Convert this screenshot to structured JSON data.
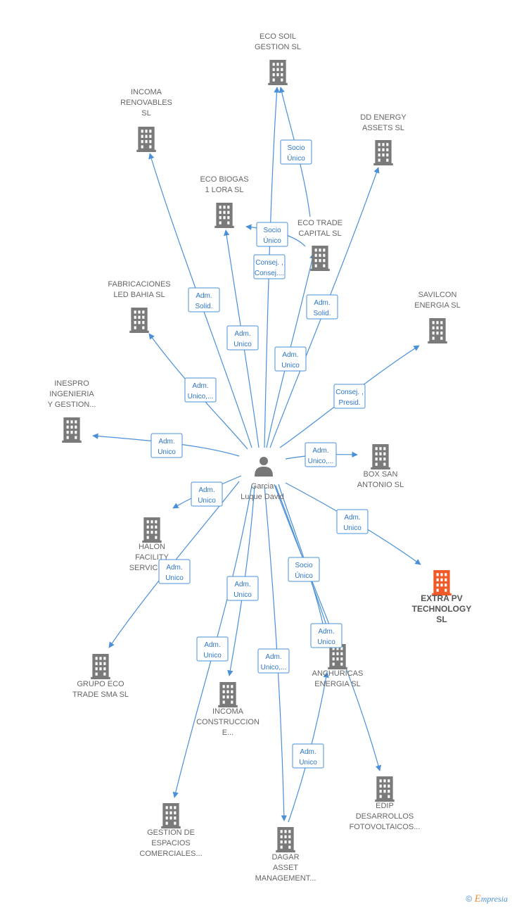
{
  "colors": {
    "building": "#7a7a7a",
    "building_highlight": "#f05a28",
    "edge": "#4a90d9",
    "person": "#777777"
  },
  "person": {
    "name": [
      "Garcia",
      "Luque David"
    ]
  },
  "companies": [
    {
      "id": "eco_soil",
      "label": [
        "ECO SOIL",
        "GESTION  SL"
      ]
    },
    {
      "id": "incoma_ren",
      "label": [
        "INCOMA",
        "RENOVABLES",
        "SL"
      ]
    },
    {
      "id": "dd_energy",
      "label": [
        "DD ENERGY",
        "ASSETS  SL"
      ]
    },
    {
      "id": "eco_biogas",
      "label": [
        "ECO BIOGAS",
        "1 LORA  SL"
      ]
    },
    {
      "id": "eco_trade_cap",
      "label": [
        "ECO TRADE",
        "CAPITAL  SL"
      ]
    },
    {
      "id": "fabricaciones",
      "label": [
        "FABRICACIONES",
        "LED BAHIA  SL"
      ]
    },
    {
      "id": "savilcon",
      "label": [
        "SAVILCON",
        "ENERGIA  SL"
      ]
    },
    {
      "id": "inespro",
      "label": [
        "INESPRO",
        "INGENIERIA",
        "Y GESTION..."
      ]
    },
    {
      "id": "box_san",
      "label": [
        "BOX SAN",
        "ANTONIO  SL"
      ]
    },
    {
      "id": "halon",
      "label": [
        "HALON",
        "FACILITY",
        "SERVICES..."
      ]
    },
    {
      "id": "extra_pv",
      "label": [
        "EXTRA PV",
        "TECHNOLOGY",
        "SL"
      ],
      "highlight": true
    },
    {
      "id": "grupo_eco",
      "label": [
        "GRUPO ECO",
        "TRADE SMA  SL"
      ]
    },
    {
      "id": "anchuricas",
      "label": [
        "ANCHURICAS",
        "ENERGIA  SL"
      ]
    },
    {
      "id": "incoma_const",
      "label": [
        "INCOMA",
        "CONSTRUCCION",
        "E..."
      ]
    },
    {
      "id": "edip",
      "label": [
        "EDIP",
        "DESARROLLOS",
        "FOTOVOLTAICOS..."
      ]
    },
    {
      "id": "gestion_esp",
      "label": [
        "GESTION DE",
        "ESPACIOS",
        "COMERCIALES..."
      ]
    },
    {
      "id": "dagar",
      "label": [
        "DAGAR",
        "ASSET",
        "MANAGEMENT..."
      ]
    }
  ],
  "edges": [
    {
      "id": "e_eco_soil",
      "label": [
        "Consej. ,",
        "Consej...."
      ]
    },
    {
      "id": "e_cap_soil",
      "label": [
        "Socio",
        "Único"
      ]
    },
    {
      "id": "e_cap_biogas",
      "label": [
        "Socio",
        "Único"
      ]
    },
    {
      "id": "e_incoma_ren",
      "label": [
        "Adm.",
        "Solid."
      ]
    },
    {
      "id": "e_dd_energy",
      "label": [
        "Adm.",
        "Solid."
      ]
    },
    {
      "id": "e_eco_biogas",
      "label": [
        "Adm.",
        "Unico"
      ]
    },
    {
      "id": "e_eco_trade",
      "label": [
        "Adm.",
        "Unico"
      ]
    },
    {
      "id": "e_fabricaciones",
      "label": [
        "Adm.",
        "Unico,..."
      ]
    },
    {
      "id": "e_savilcon",
      "label": [
        "Consej. ,",
        "Presid."
      ]
    },
    {
      "id": "e_inespro",
      "label": [
        "Adm.",
        "Unico"
      ]
    },
    {
      "id": "e_box_san",
      "label": [
        "Adm.",
        "Unico,..."
      ]
    },
    {
      "id": "e_halon",
      "label": [
        "Adm.",
        "Unico"
      ]
    },
    {
      "id": "e_extra_pv",
      "label": [
        "Adm.",
        "Unico"
      ]
    },
    {
      "id": "e_grupo_eco",
      "label": [
        "Adm.",
        "Unico"
      ]
    },
    {
      "id": "e_incoma_const",
      "label": [
        "Adm.",
        "Unico"
      ]
    },
    {
      "id": "e_anchuricas",
      "label": [
        "Socio",
        "Único"
      ]
    },
    {
      "id": "e_anchuricas2",
      "label": [
        "Adm.",
        "Unico"
      ]
    },
    {
      "id": "e_gestion",
      "label": [
        "Adm.",
        "Unico"
      ]
    },
    {
      "id": "e_dagar",
      "label": [
        "Adm.",
        "Unico,..."
      ]
    },
    {
      "id": "e_dagar_anch",
      "label": [
        "Adm.",
        "Unico"
      ]
    }
  ],
  "brand": {
    "copyright": "©",
    "e": "E",
    "rest": "mpresia"
  }
}
